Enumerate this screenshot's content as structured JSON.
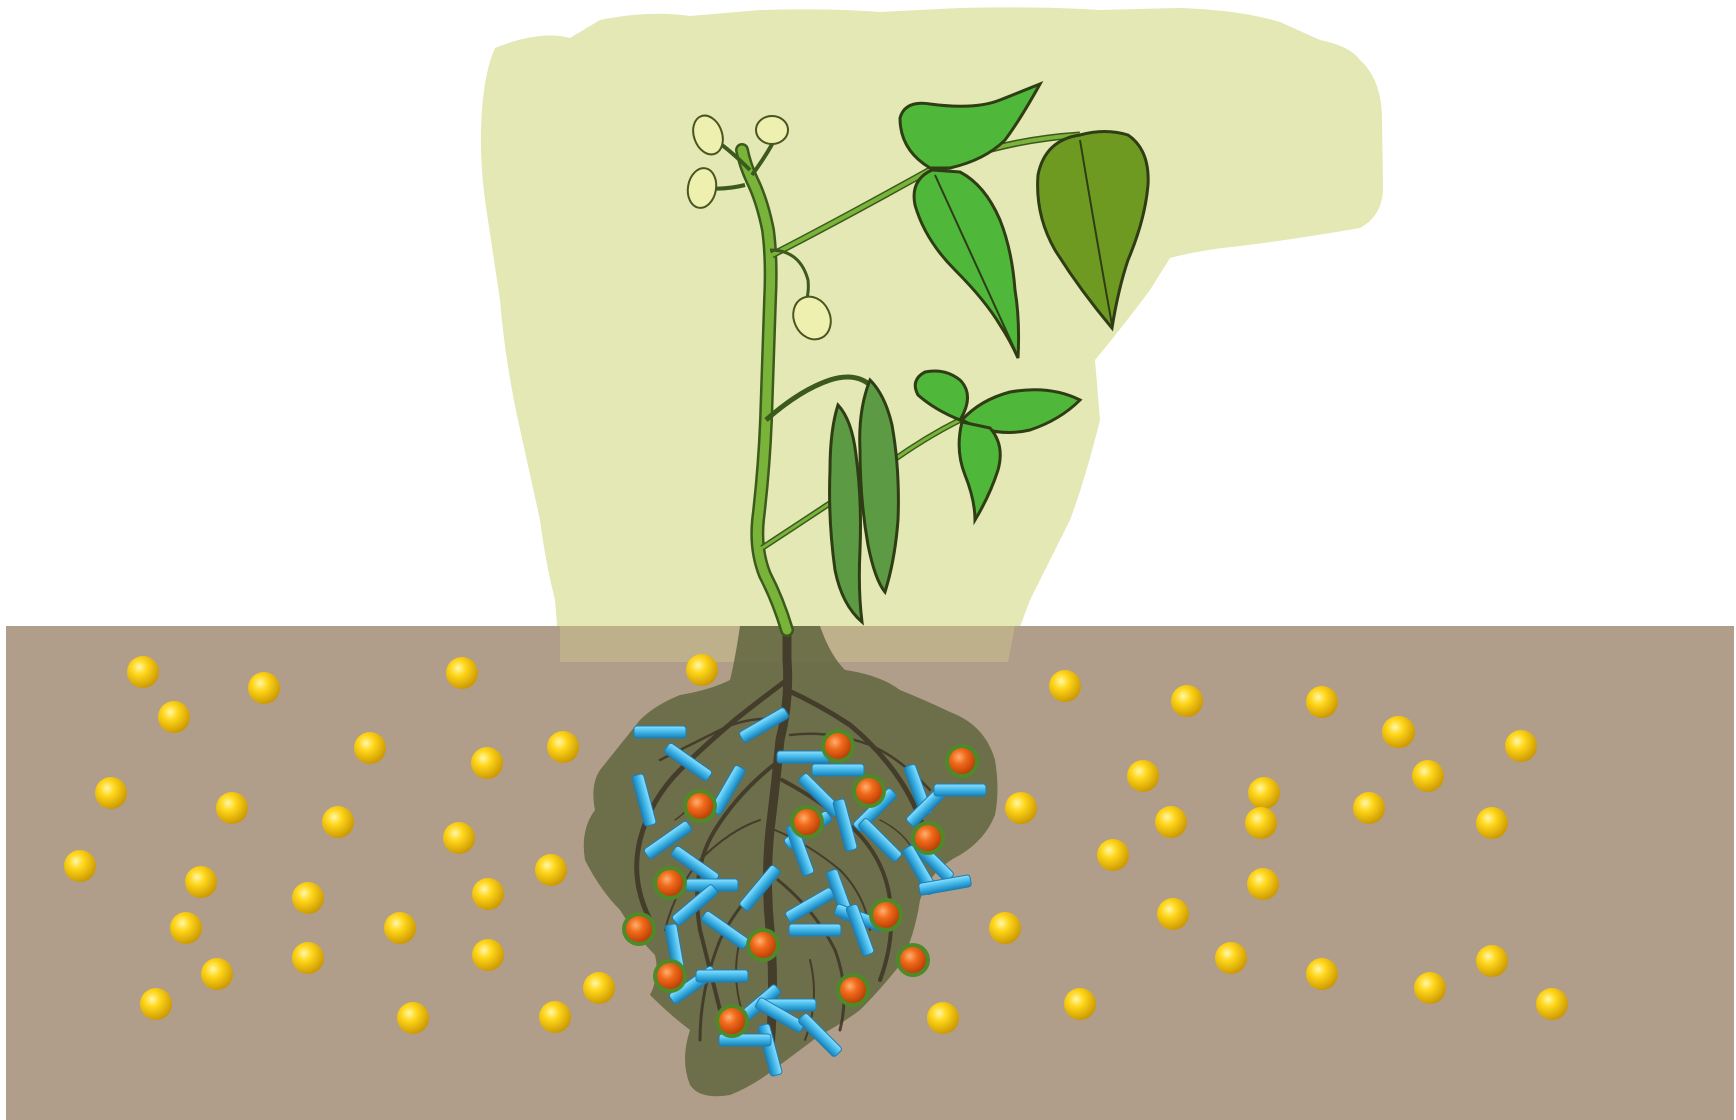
{
  "colors": {
    "background": "#ffffff",
    "soil": "#b19e8a",
    "soil_edge": "#8f7d6a",
    "plant_halo": "#e3e8b5",
    "root_zone": "#62663f",
    "stem": "#5f9a2e",
    "stem_dark": "#3c5a1c",
    "leaf_light": "#4fb83a",
    "leaf_dark": "#6f9a22",
    "leaf_outline": "#2f3d14",
    "pod": "#5c9a44",
    "flower": "#eef0b0",
    "root": "#3e3526",
    "nutrient_particle": "#f2c400",
    "bacterium": "#3fb6e8",
    "bacterium_edge": "#1b7fb5",
    "root_particle": "#f06a1a",
    "root_particle_ring": "#4f8a2a"
  },
  "scene": {
    "elements": [
      "plant-halo",
      "soil-layer",
      "rhizosphere-zone",
      "bean-plant",
      "root-system",
      "bacteria",
      "root-particles",
      "soil-particles"
    ]
  }
}
